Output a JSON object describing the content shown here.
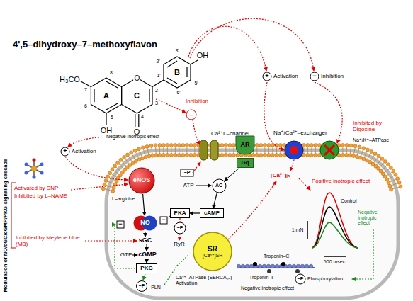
{
  "diagram": {
    "nodes": [
      {
        "text": [
          "eNOS"
        ]
      },
      {
        "text": [
          "NO"
        ]
      },
      {
        "text": [
          "PKA"
        ]
      },
      {
        "text": [
          "cAMP"
        ]
      },
      {
        "text": [
          "AC"
        ]
      },
      {
        "text": [
          "AR"
        ]
      },
      {
        "text": [
          "Gq"
        ]
      },
      {
        "text": [
          "PKG"
        ]
      },
      {
        "text": [
          "SR",
          "[Ca²⁺]SR"
        ]
      }
    ],
    "edges": [
      {
        "from": 0,
        "to": 1,
        "arrow": "to"
      },
      {
        "from": 3,
        "to": 2,
        "arrow": "to"
      },
      {
        "from": 4,
        "to": 3,
        "arrow": "to"
      }
    ],
    "labels": [
      "4',5–dihydroxy–7–methoxyflavon",
      "H₃CO",
      "OH",
      "OH",
      "O",
      "O",
      "A",
      "C",
      "B",
      "2",
      "3",
      "4",
      "5",
      "6",
      "7",
      "8",
      "1′",
      "2′",
      "3′",
      "5′",
      "6′",
      "+",
      "Activation",
      "+",
      "Activation",
      "−",
      "Inhibition",
      "Inhibition",
      "−",
      "Negative inotropic effect",
      "Ca²⁺L–channel",
      "Na⁺/Ca²⁺–exchanger",
      "Inhibited by Digoxine",
      "Na⁺/K⁺–ATPase",
      "Activated by SNP",
      "Inhibited by L–NAME",
      "L–arginine",
      "Inhibited by Meylene blue (MB)",
      "Modulation of NO/cGC/cGMP/PKG-signaling cascade",
      "−",
      "−",
      "sGC",
      "GTP",
      "cGMP",
      "−P",
      "ATP",
      "−P",
      "RyR",
      "−P",
      "PLN",
      "Ca²⁺–ATPase (SERCA₂ₐ) Activation",
      "Negative inotropic effect",
      "Troponin–C",
      "Troponin–I",
      "−P",
      "Phosphorylation",
      "[Ca²⁺]ᵢₙ",
      "Positive inotropic effect",
      "Control",
      "Negative inotropic effect",
      "1 mN",
      "500 msec."
    ]
  }
}
